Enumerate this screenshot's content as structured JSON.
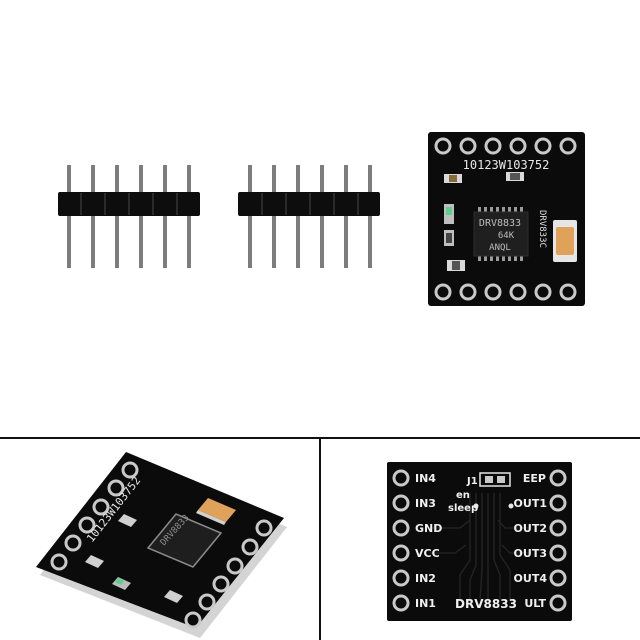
{
  "top_board": {
    "silk_top": "10123W103752",
    "chip_line1": "DRV8833",
    "chip_line2": "64K",
    "chip_line3": "ANQL",
    "side_label": "DRV833C"
  },
  "right_panel": {
    "left_labels": [
      "IN4",
      "IN3",
      "GND",
      "VCC",
      "IN2",
      "IN1"
    ],
    "right_labels": [
      "EEP",
      "OUT1",
      "OUT2",
      "OUT3",
      "OUT4",
      "ULT"
    ],
    "jumper_label": "J1",
    "en_label": "en",
    "sleep_label": "sleep",
    "board_name": "DRV8833"
  },
  "left_panel": {
    "silk_text": "10123W103752",
    "chip_text": "DRV8833"
  },
  "colors": {
    "pcb": "#0b0b0b",
    "pad_ring": "#c9c9c9",
    "divider": "#111111",
    "capacitor": "#e0a25a"
  }
}
